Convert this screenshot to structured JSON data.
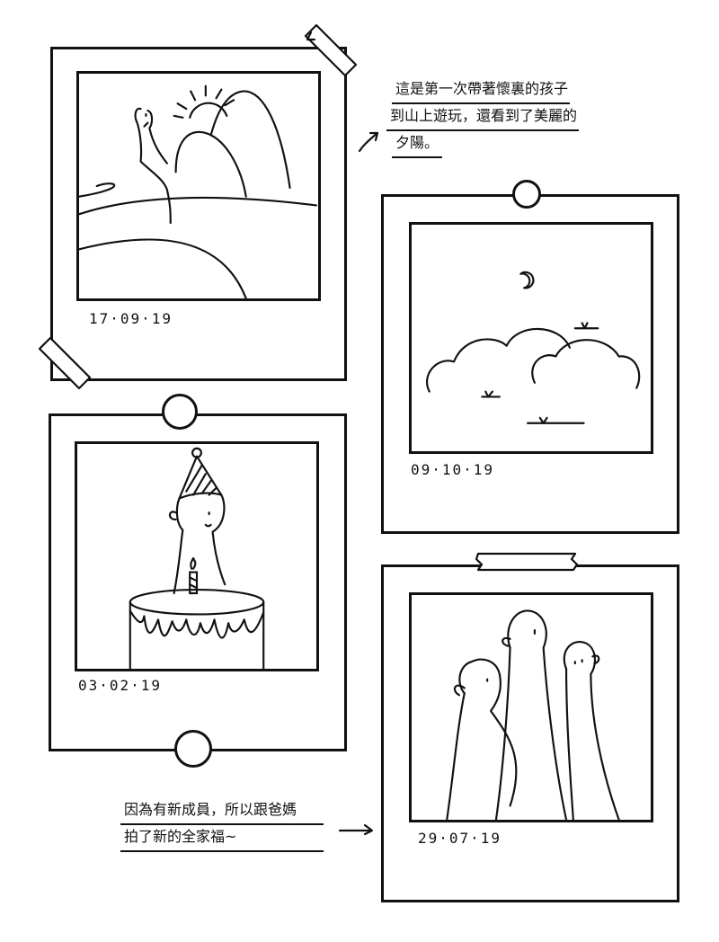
{
  "polaroids": [
    {
      "id": "mountain",
      "date": "17·09·19",
      "scene": "person-on-hill-with-sunset"
    },
    {
      "id": "sky",
      "date": "09·10·19",
      "scene": "clouds-and-moon"
    },
    {
      "id": "birthday",
      "date": "03·02·19",
      "scene": "party-hat-and-cake"
    },
    {
      "id": "family",
      "date": "29·07·19",
      "scene": "three-figures-family-portrait"
    }
  ],
  "notes": {
    "top": [
      "這是第一次帶著懷裏的孩子",
      "到山上遊玩，還看到了美麗的",
      "夕陽。"
    ],
    "bottom": [
      "因為有新成員，所以跟爸媽",
      "拍了新的全家福~"
    ]
  },
  "colors": {
    "ink": "#111111",
    "paper": "#ffffff"
  },
  "icons": [
    "pin-icon",
    "tape-icon",
    "arrow-icon",
    "moon-icon",
    "sun-icon",
    "candle-icon"
  ]
}
